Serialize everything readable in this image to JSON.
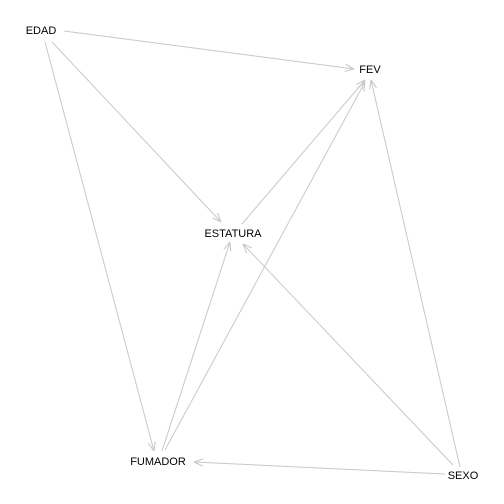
{
  "diagram": {
    "nodes": [
      {
        "id": "edad",
        "label": "EDAD"
      },
      {
        "id": "fev",
        "label": "FEV"
      },
      {
        "id": "estatura",
        "label": "ESTATURA"
      },
      {
        "id": "fumador",
        "label": "FUMADOR"
      },
      {
        "id": "sexo",
        "label": "SEXO"
      }
    ],
    "edges": [
      {
        "from": "edad",
        "to": "fev"
      },
      {
        "from": "edad",
        "to": "estatura"
      },
      {
        "from": "edad",
        "to": "fumador"
      },
      {
        "from": "estatura",
        "to": "fev"
      },
      {
        "from": "fumador",
        "to": "estatura"
      },
      {
        "from": "fumador",
        "to": "fev"
      },
      {
        "from": "sexo",
        "to": "fev"
      },
      {
        "from": "sexo",
        "to": "estatura"
      },
      {
        "from": "sexo",
        "to": "fumador"
      }
    ],
    "colors": {
      "edge": "#c8c8c8",
      "label": "#000000",
      "background": "#ffffff"
    }
  }
}
